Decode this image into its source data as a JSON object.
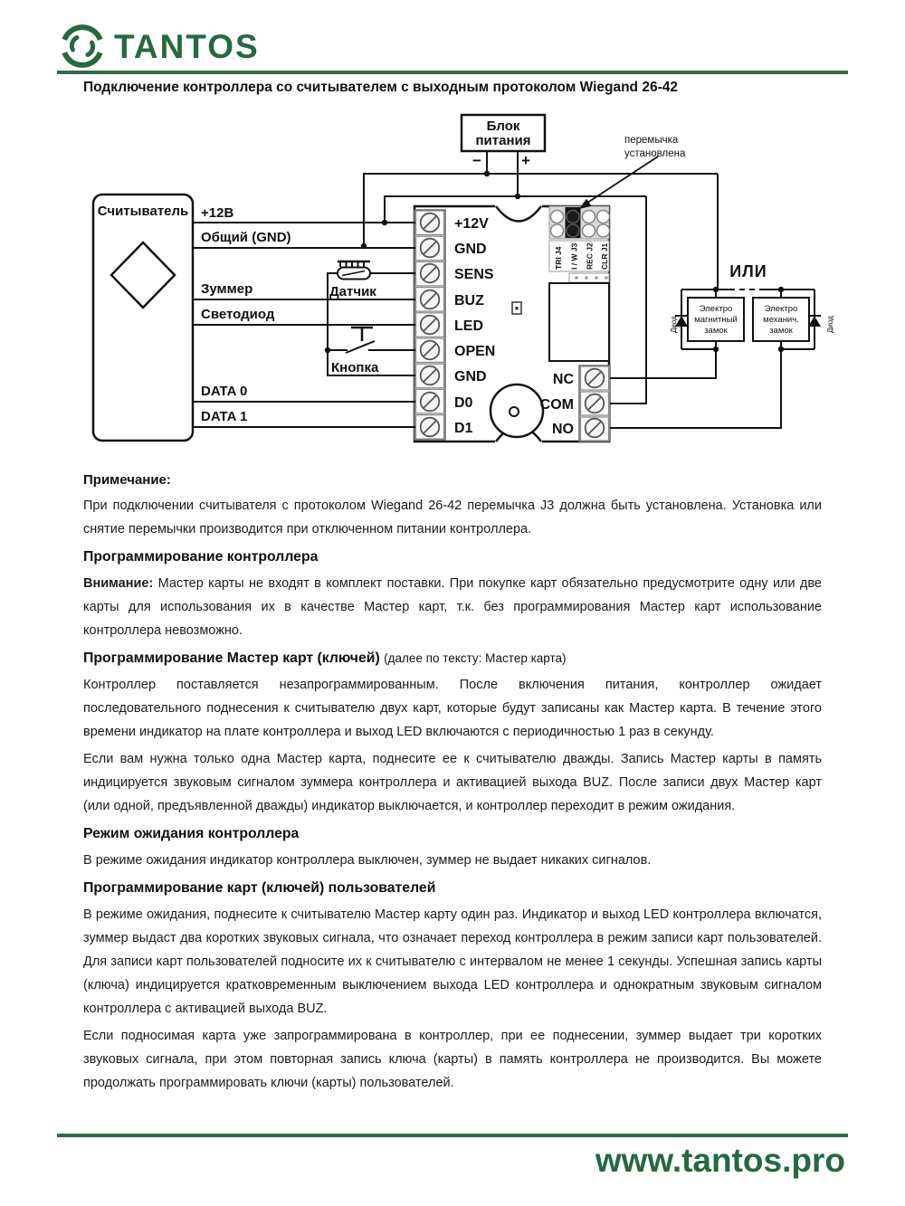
{
  "colors": {
    "brand_green": "#26693e",
    "rule_green": "#33694a"
  },
  "header": {
    "brand": "TANTOS",
    "title": "Подключение контроллера со считывателем с выходным протоколом Wiegand 26-42"
  },
  "diagram": {
    "power_supply": {
      "line1": "Блок",
      "line2": "питания",
      "minus": "−",
      "plus": "+"
    },
    "jumper_note": {
      "line1": "перемычка",
      "line2": "установлена"
    },
    "reader_label": "Считыватель",
    "wire_labels": [
      "+12В",
      "Общий (GND)",
      "Зуммер",
      "Светодиод",
      "DATA 0",
      "DATA 1"
    ],
    "sensor_label": "Датчик",
    "button_label": "Кнопка",
    "terminals": [
      "+12V",
      "GND",
      "SENS",
      "BUZ",
      "LED",
      "OPEN",
      "GND",
      "D0",
      "D1"
    ],
    "jumpers": [
      "TRI  J4",
      "I / W  J3",
      "REC  J2",
      "CLR  J1"
    ],
    "relay_terminals": [
      "NC",
      "COM",
      "NO"
    ],
    "or_label": "ИЛИ",
    "lock_magnetic": [
      "Электро",
      "магнитный",
      "замок"
    ],
    "lock_mechanical": [
      "Электро",
      "механич.",
      "замок"
    ],
    "diode_label": "Диод"
  },
  "sections": {
    "note": {
      "heading": "Примечание:",
      "body": "При подключении считывателя с протоколом Wiegand 26-42 перемычка J3 должна быть установлена. Установка или снятие перемычки производится при отключенном питании контроллера."
    },
    "prog_controller": {
      "heading": "Программирование контроллера",
      "warning_label": "Внимание:",
      "warning_text": " Мастер карты не входят в комплект поставки. При покупке карт обязательно предусмотрите одну или две карты для использования их в качестве Мастер карт, т.к. без программирования Мастер карт использование контроллера невозможно."
    },
    "prog_master": {
      "heading": "Программирование Мастер карт (ключей)",
      "heading_note": "(далее по тексту: Мастер карта)",
      "p1": "Контроллер поставляется незапрограммированным. После включения питания, контроллер ожидает последовательного поднесения к считывателю двух карт, которые будут записаны как Мастер карта. В течение этого времени индикатор на плате контроллера и выход LED включаются с периодичностью 1 раз в секунду.",
      "p2": "Если вам нужна только одна Мастер карта, поднесите ее к считывателю дважды. Запись Мастер карты в память индицируется звуковым сигналом зуммера контроллера и активацией выхода BUZ. После записи двух Мастер карт (или одной, предъявленной дважды) индикатор выключается, и контроллер переходит в режим ожидания."
    },
    "standby": {
      "heading": "Режим ожидания контроллера",
      "p1": "В режиме ожидания индикатор контроллера выключен, зуммер не выдает никаких сигналов."
    },
    "prog_user": {
      "heading": "Программирование карт (ключей) пользователей",
      "p1": "В режиме ожидания, поднесите к считывателю Мастер карту один раз. Индикатор и выход LED контроллера включатся, зуммер выдаст два коротких звуковых сигнала, что означает переход контроллера в режим записи карт пользователей. Для записи карт пользователей подносите их к считывателю с интервалом не менее 1 секунды. Успешная запись карты (ключа) индицируется кратковременным выключением выхода LED контроллера и однократным звуковым сигналом контроллера с активацией выхода BUZ.",
      "p2": "Если подносимая карта уже запрограммирована в контроллер, при ее поднесении, зуммер выдает три коротких звуковых сигнала, при этом повторная запись ключа (карты) в память контроллера не производится. Вы можете продолжать программировать ключи (карты) пользователей."
    }
  },
  "footer": {
    "url": "www.tantos.pro"
  }
}
